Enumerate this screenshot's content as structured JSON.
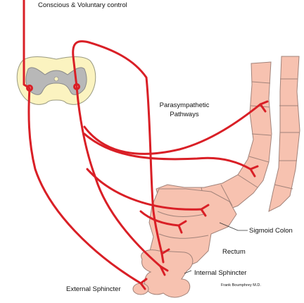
{
  "diagram": {
    "labels": {
      "top": "Conscious & Voluntary control",
      "parasympathetic_line1": "Parasympathetic",
      "parasympathetic_line2": "Pathways",
      "sigmoid": "Sigmoid Colon",
      "rectum": "Rectum",
      "internal_sphincter": "Internal Sphincter",
      "external_sphincter": "External Sphincter",
      "credit": "Frank Boumphrey M.D."
    },
    "colors": {
      "nerve": "#d91f26",
      "colon_fill": "#f7c2b0",
      "colon_stroke": "#a2837a",
      "cord_fill": "#fbf3c0",
      "grey_matter": "#b8b8b8"
    }
  }
}
